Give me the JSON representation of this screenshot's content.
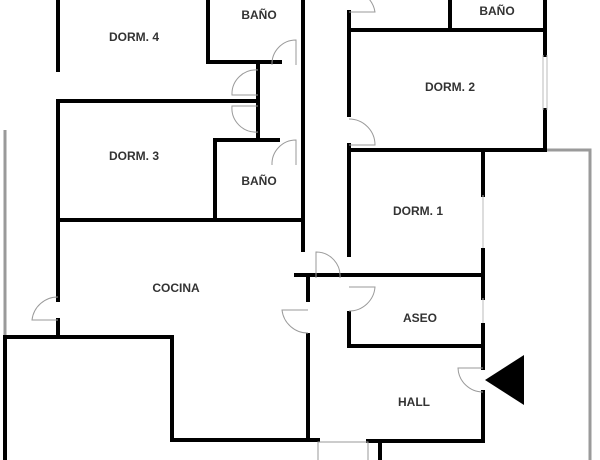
{
  "rooms": {
    "bano_top_right": "BAÑO",
    "bano_1": "BAÑO",
    "dorm4": "DORM. 4",
    "dorm2": "DORM. 2",
    "dorm3": "DORM. 3",
    "bano_2": "BAÑO",
    "dorm1": "DORM. 1",
    "cocina": "COCINA",
    "aseo": "ASEO",
    "hall": "HALL"
  },
  "entrance_marker": "triangle-arrow-icon"
}
